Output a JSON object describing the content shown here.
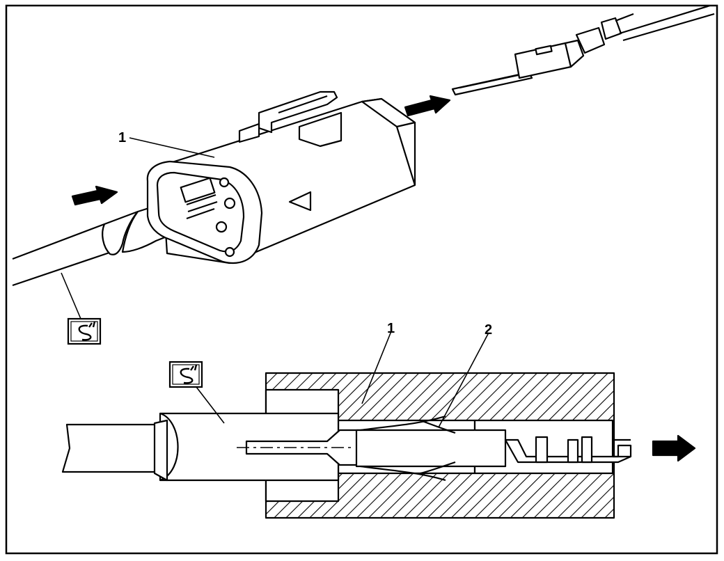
{
  "figure": {
    "callouts": {
      "top_housing": "1",
      "section_housing": "1",
      "section_latch": "2"
    },
    "tool_symbol": "tool-symbol-icon",
    "colors": {
      "ink": "#000000",
      "paper": "#ffffff",
      "fill_light": "#ffffff"
    }
  }
}
